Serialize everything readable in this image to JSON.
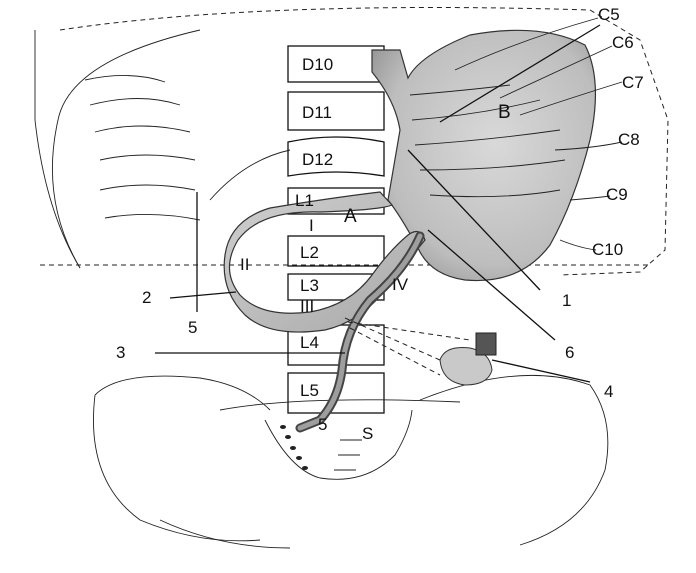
{
  "vertebrae": [
    "D10",
    "D11",
    "D12",
    "L1",
    "L2",
    "L3",
    "L4",
    "L5"
  ],
  "sacrum": {
    "level_number": "5",
    "label": "S"
  },
  "regions": {
    "stomach_upper": "B",
    "duodenal_bulb": "A"
  },
  "duodenum_parts": [
    "I",
    "II",
    "III",
    "IV"
  ],
  "callouts": [
    "1",
    "2",
    "3",
    "4",
    "5",
    "6"
  ],
  "stomach_levels": [
    "C5",
    "C6",
    "C7",
    "C8",
    "C9",
    "C10"
  ]
}
